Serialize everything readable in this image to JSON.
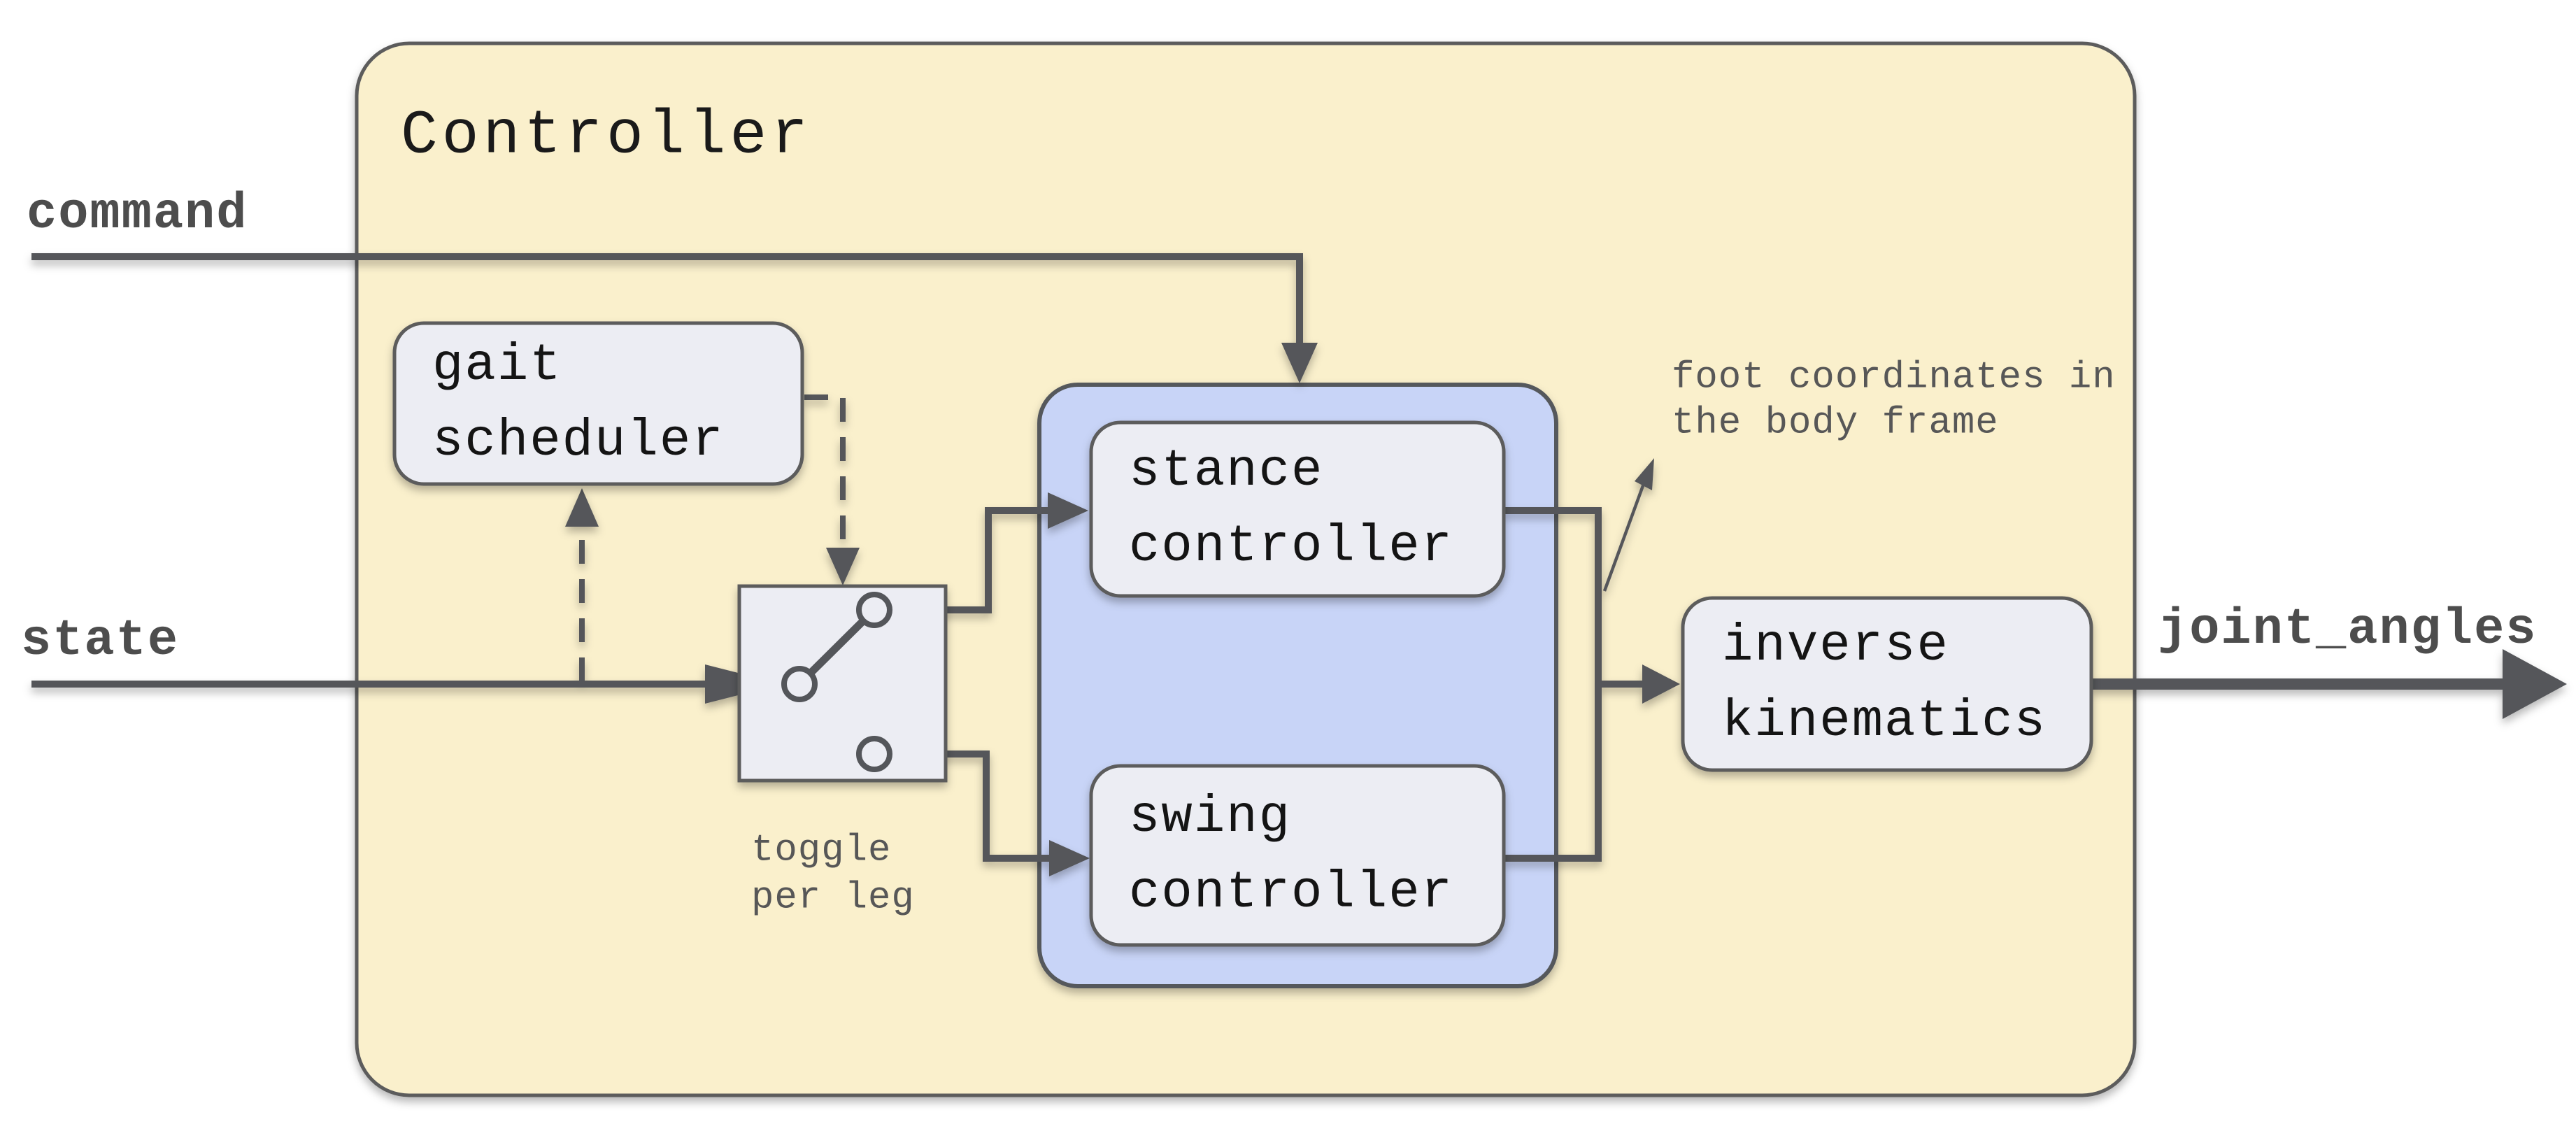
{
  "colors": {
    "background": "#ffffff",
    "container_fill": "#FAF0CC",
    "container_stroke": "#666666",
    "group_fill": "#C8D4F7",
    "node_fill": "#ECEDF3",
    "wire": "#54565A",
    "text_dark": "#141414",
    "io_label_gray": "#4D4D4D",
    "note_gray": "#575757"
  },
  "container": {
    "title": "Controller"
  },
  "inputs": {
    "command": "command",
    "state": "state"
  },
  "output": {
    "joint_angles": "joint_angles"
  },
  "nodes": {
    "gait_scheduler": {
      "line1": "gait",
      "line2": "scheduler"
    },
    "stance_controller": {
      "line1": "stance",
      "line2": "controller"
    },
    "swing_controller": {
      "line1": "swing",
      "line2": "controller"
    },
    "inverse_kinematics": {
      "line1": "inverse",
      "line2": "kinematics"
    }
  },
  "annotations": {
    "toggle": {
      "line1": "toggle",
      "line2": "per leg"
    },
    "foot_coords": {
      "line1": "foot coordinates in",
      "line2": "the body frame"
    }
  }
}
